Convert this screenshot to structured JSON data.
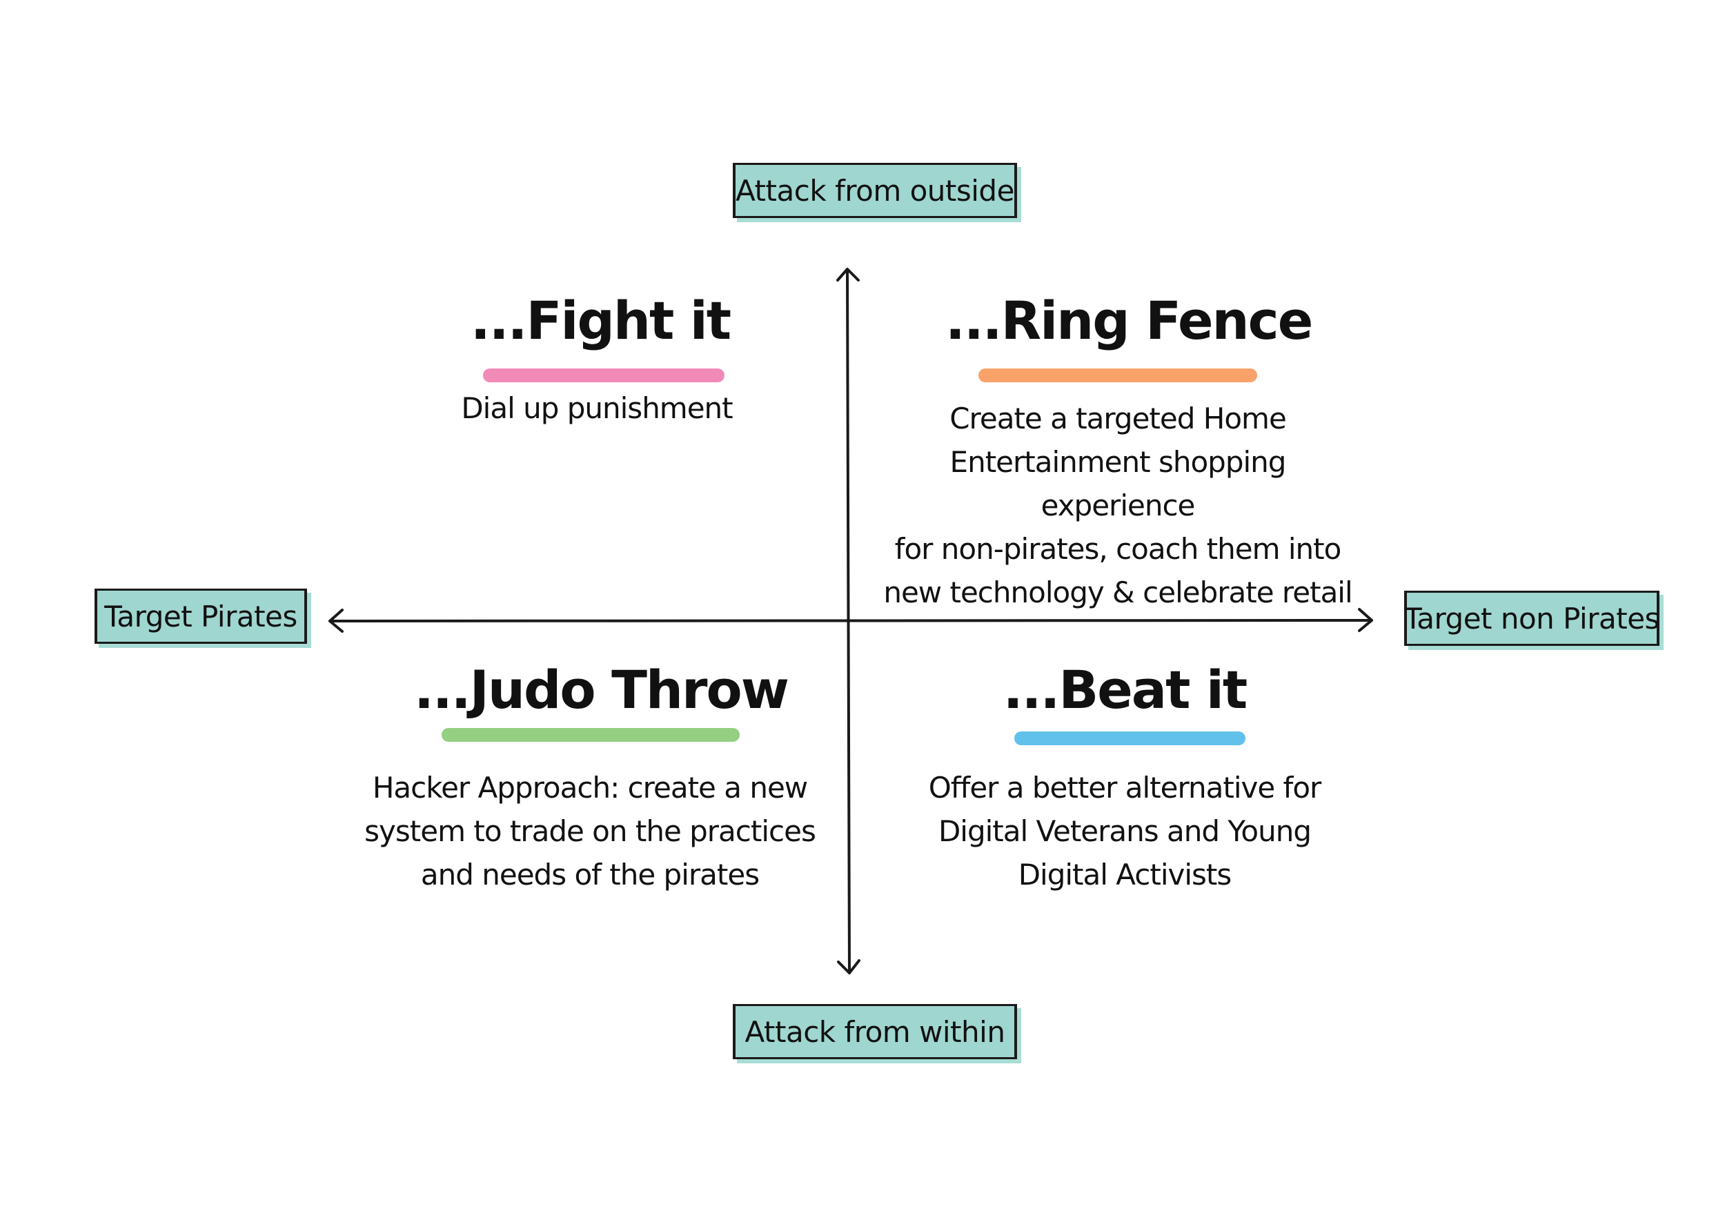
{
  "axes": {
    "top": "Attack from outside",
    "bottom": "Attack from within",
    "left": "Target Pirates",
    "right": "Target non Pirates",
    "line_color": "#1a1a1a",
    "label_fill": "#9fd6cf"
  },
  "quadrants": {
    "top_left": {
      "title": "...Fight it",
      "text": "Dial up punishment",
      "underline_color": "#f28ab8"
    },
    "top_right": {
      "title": "...Ring Fence",
      "text": "Create a targeted Home\nEntertainment shopping experience\nfor non-pirates, coach them into\nnew technology & celebrate retail",
      "underline_color": "#f9a36b"
    },
    "bottom_left": {
      "title": "...Judo Throw",
      "text": "Hacker Approach: create a new\nsystem to trade on the practices\nand needs of the pirates",
      "underline_color": "#94cf82"
    },
    "bottom_right": {
      "title": "...Beat it",
      "text": "Offer a better alternative for\nDigital Veterans and Young\nDigital Activists",
      "underline_color": "#62c1ea"
    }
  }
}
